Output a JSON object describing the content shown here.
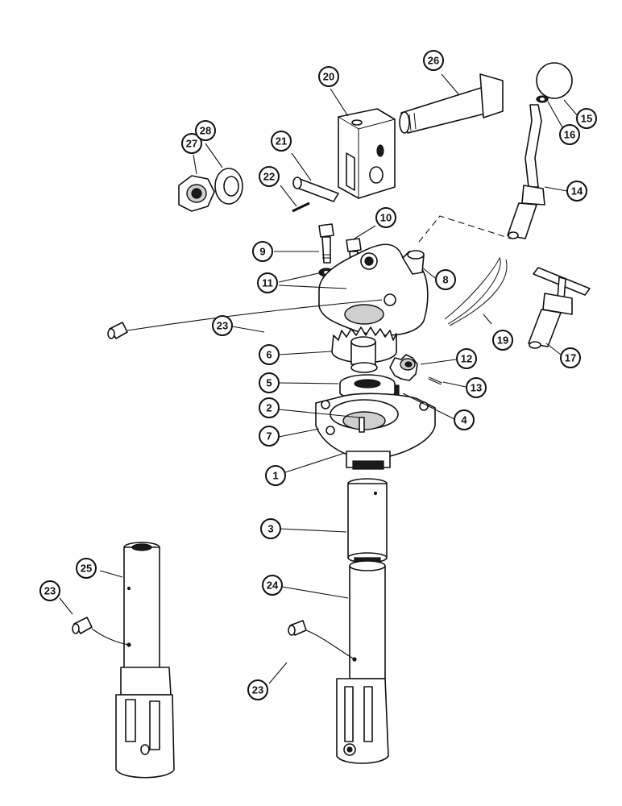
{
  "diagram": {
    "callouts": [
      {
        "id": "c1",
        "label": "1"
      },
      {
        "id": "c2",
        "label": "2"
      },
      {
        "id": "c3",
        "label": "3"
      },
      {
        "id": "c4",
        "label": "4"
      },
      {
        "id": "c5",
        "label": "5"
      },
      {
        "id": "c6",
        "label": "6"
      },
      {
        "id": "c7",
        "label": "7"
      },
      {
        "id": "c8",
        "label": "8"
      },
      {
        "id": "c9",
        "label": "9"
      },
      {
        "id": "c10",
        "label": "10"
      },
      {
        "id": "c11",
        "label": "11"
      },
      {
        "id": "c12",
        "label": "12"
      },
      {
        "id": "c13",
        "label": "13"
      },
      {
        "id": "c14",
        "label": "14"
      },
      {
        "id": "c15",
        "label": "15"
      },
      {
        "id": "c16",
        "label": "16"
      },
      {
        "id": "c17",
        "label": "17"
      },
      {
        "id": "c19",
        "label": "19"
      },
      {
        "id": "c20",
        "label": "20"
      },
      {
        "id": "c21",
        "label": "21"
      },
      {
        "id": "c22",
        "label": "22"
      },
      {
        "id": "c23a",
        "label": "23"
      },
      {
        "id": "c23b",
        "label": "23"
      },
      {
        "id": "c23c",
        "label": "23"
      },
      {
        "id": "c24",
        "label": "24"
      },
      {
        "id": "c25",
        "label": "25"
      },
      {
        "id": "c26",
        "label": "26"
      },
      {
        "id": "c27",
        "label": "27"
      },
      {
        "id": "c28",
        "label": "28"
      }
    ]
  }
}
